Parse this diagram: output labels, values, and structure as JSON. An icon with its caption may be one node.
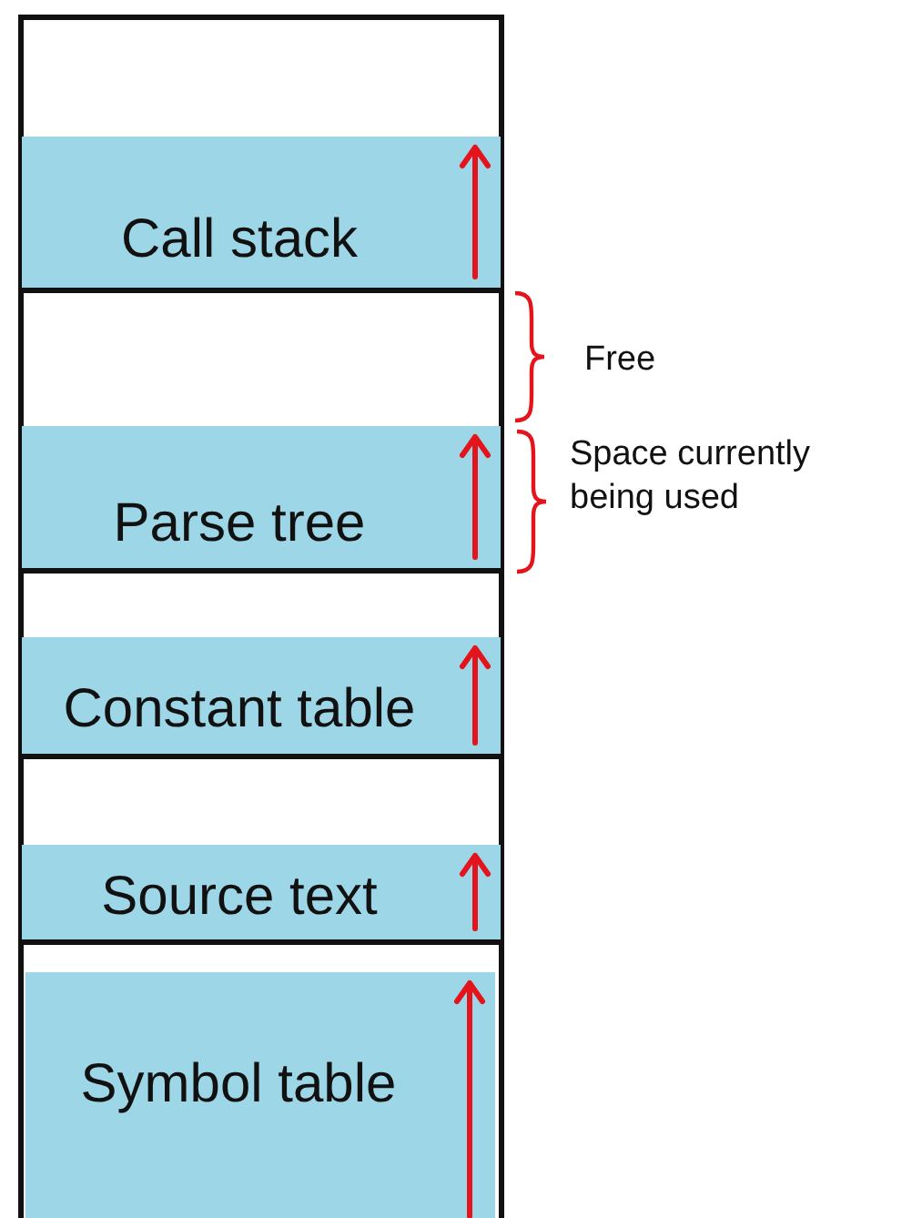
{
  "diagram": {
    "nodes": [
      {
        "text": [],
        "shape": "box"
      },
      {
        "text": [
          "Call stack"
        ],
        "in": 0
      },
      {
        "text": [
          "Parse tree"
        ],
        "in": 0
      },
      {
        "text": [
          "Constant table"
        ],
        "in": 0
      },
      {
        "text": [
          "Source text"
        ],
        "in": 0
      },
      {
        "text": [
          "Symbol table"
        ],
        "in": 0
      }
    ],
    "labels": [
      "Free",
      "Space currently being used"
    ]
  }
}
